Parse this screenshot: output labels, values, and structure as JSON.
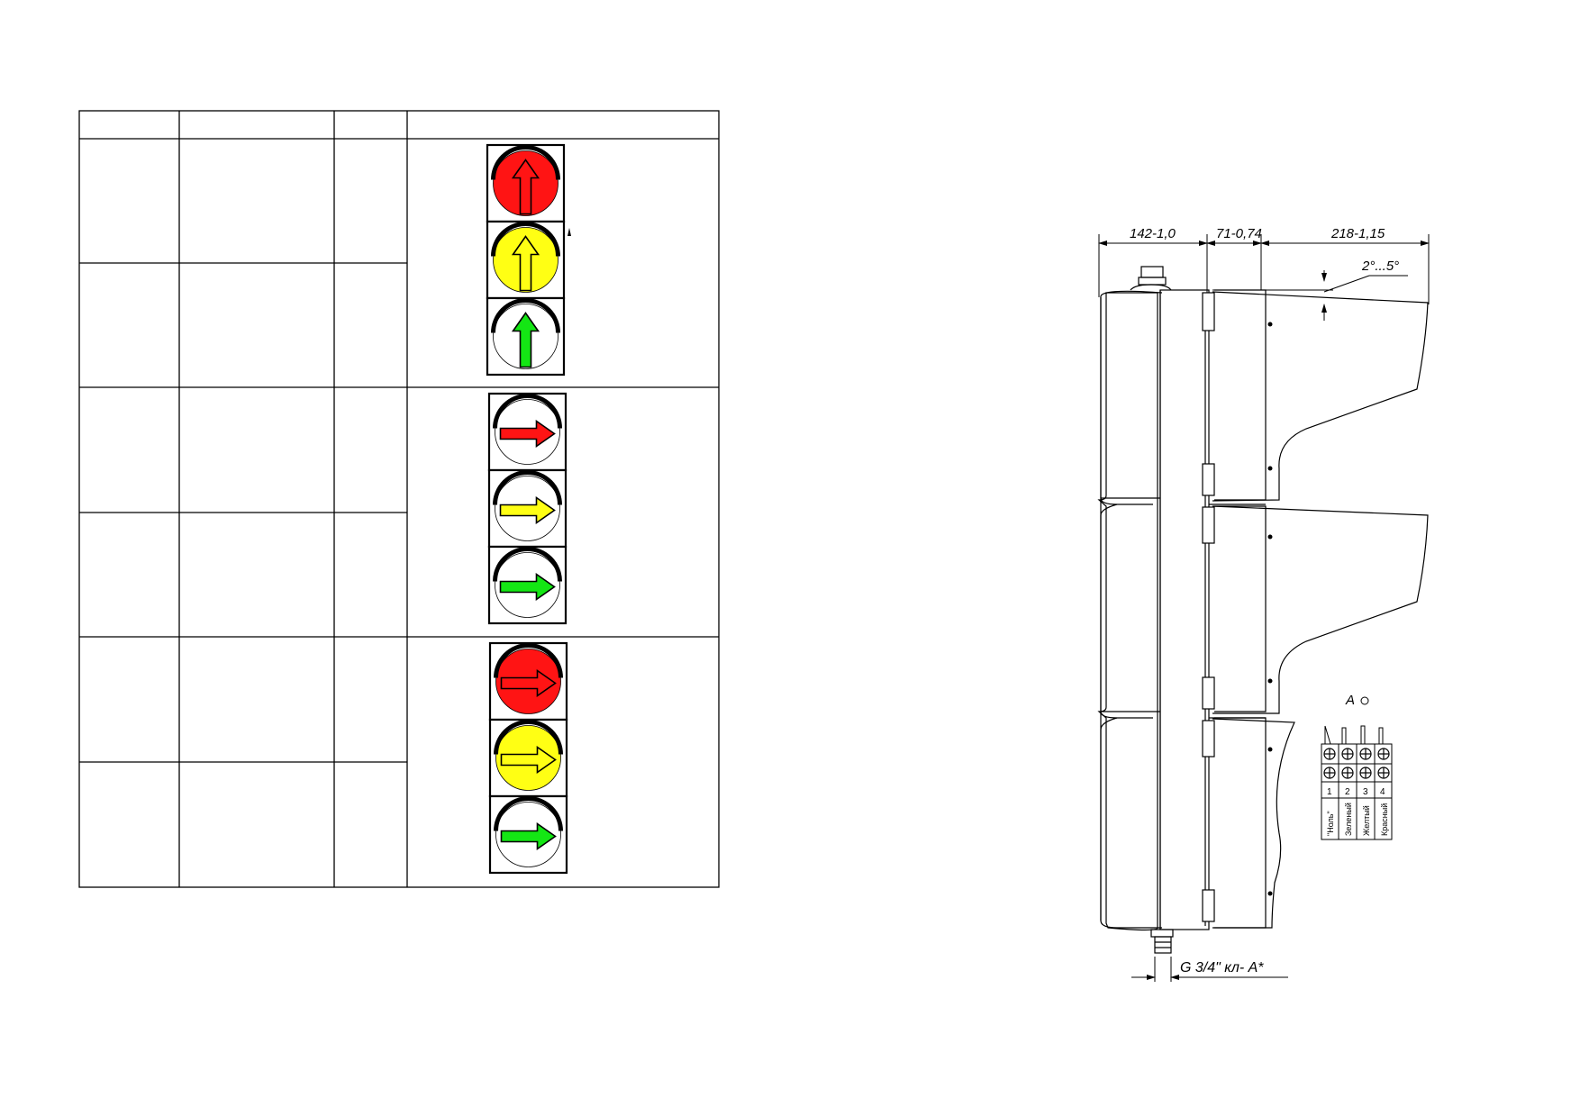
{
  "dimensions": {
    "depth_housing": "142-1,0",
    "depth_door": "71-0,74",
    "depth_visor": "218-1,15",
    "tilt_angle": "2°...5°",
    "thread": "G 3/4\" кл- A*"
  },
  "detail_view": {
    "label": "A",
    "terminal_numbers": [
      "1",
      "2",
      "3",
      "4"
    ],
    "wires": [
      "\"Ноль\"",
      "Зеленый",
      "Желтый",
      "Красный"
    ]
  },
  "signal_groups": [
    {
      "direction": "up",
      "signals": [
        "red",
        "yellow",
        "green"
      ],
      "fills": [
        "lens",
        "lens",
        "arrow"
      ]
    },
    {
      "direction": "right",
      "signals": [
        "red",
        "yellow",
        "green"
      ],
      "fills": [
        "arrow",
        "arrow",
        "arrow"
      ]
    },
    {
      "direction": "right",
      "signals": [
        "red",
        "yellow",
        "green"
      ],
      "fills": [
        "lens",
        "lens",
        "arrow"
      ]
    }
  ],
  "colors": {
    "red": "#ff1414",
    "yellow": "#ffff14",
    "green": "#14e614",
    "line": "#000000"
  }
}
